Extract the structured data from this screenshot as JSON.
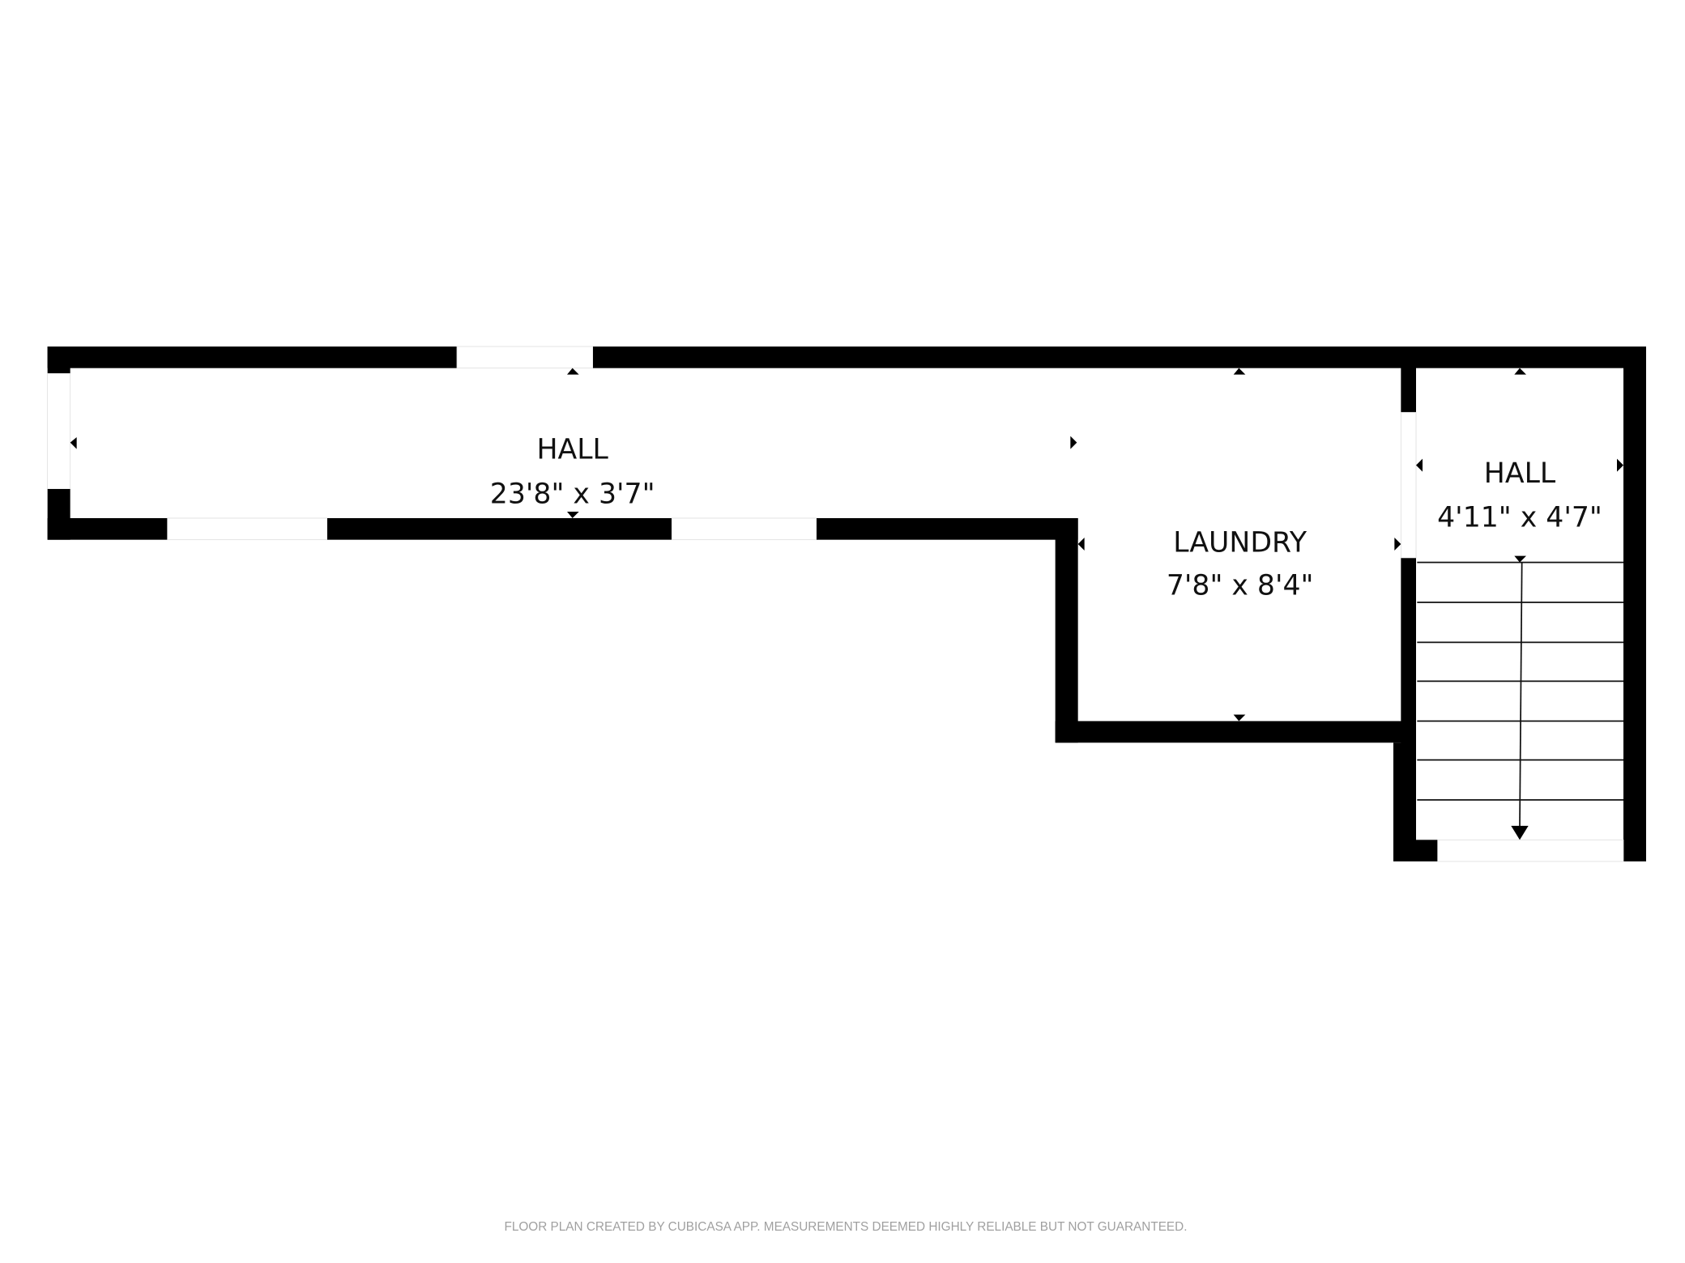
{
  "rooms": [
    {
      "name": "HALL",
      "dimensions": "23'8\" x 3'7\""
    },
    {
      "name": "LAUNDRY",
      "dimensions": "7'8\" x 8'4\""
    },
    {
      "name": "HALL",
      "dimensions": "4'11\" x 4'7\""
    }
  ],
  "footer": "FLOOR PLAN CREATED BY CUBICASA APP. MEASUREMENTS DEEMED HIGHLY RELIABLE BUT NOT GUARANTEED.",
  "colors": {
    "wall": "#000000",
    "background": "#ffffff",
    "footer_text": "#a0a0a0"
  }
}
